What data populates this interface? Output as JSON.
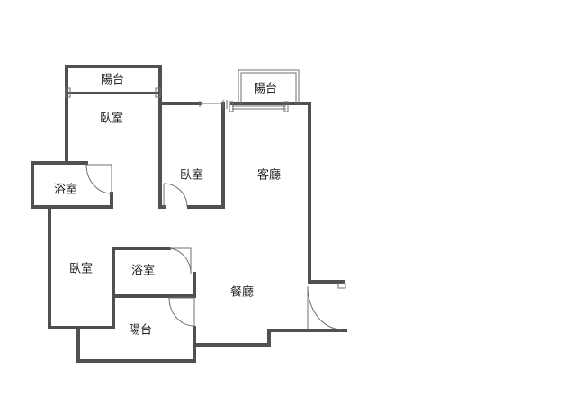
{
  "colors": {
    "wall": "#505050",
    "thin": "#707070",
    "label": "#222222",
    "background": "#ffffff"
  },
  "rooms": {
    "balcony_top_left": "陽台",
    "bedroom_top_left": "臥室",
    "bathroom_left": "浴室",
    "bedroom_middle": "臥室",
    "balcony_top_right": "陽台",
    "living_room": "客廳",
    "bedroom_bottom_left": "臥室",
    "bathroom_center": "浴室",
    "dining_room": "餐廳",
    "balcony_bottom": "陽台"
  }
}
